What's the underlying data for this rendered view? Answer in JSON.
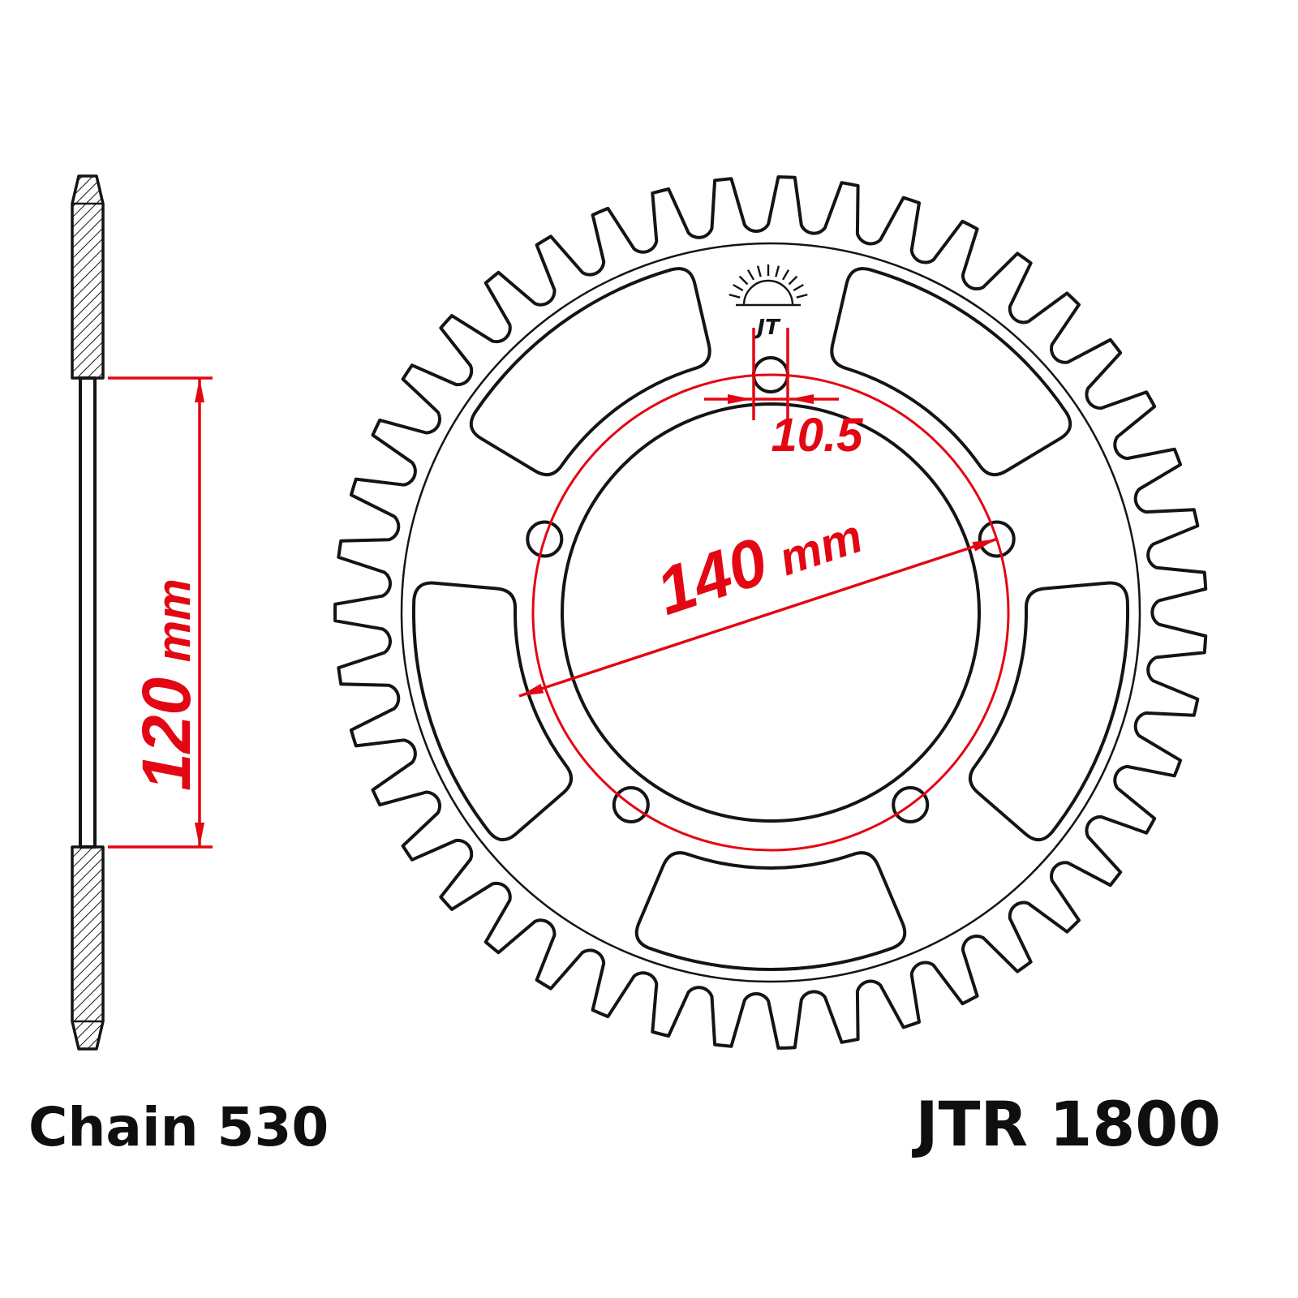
{
  "part": {
    "number_label": "JTR 1800",
    "chain_label": "Chain 530"
  },
  "logo": {
    "mark": "JT"
  },
  "dimensions": {
    "hub_span": {
      "value": "120",
      "unit": "mm"
    },
    "bolt_circle": {
      "value": "140",
      "unit": "mm"
    },
    "bolt_hole": {
      "value": "10.5"
    }
  },
  "sprocket": {
    "teeth": 43,
    "bolt_holes": 5,
    "slots": 5
  },
  "colors": {
    "line": "#141414",
    "dimension": "#e30613"
  }
}
